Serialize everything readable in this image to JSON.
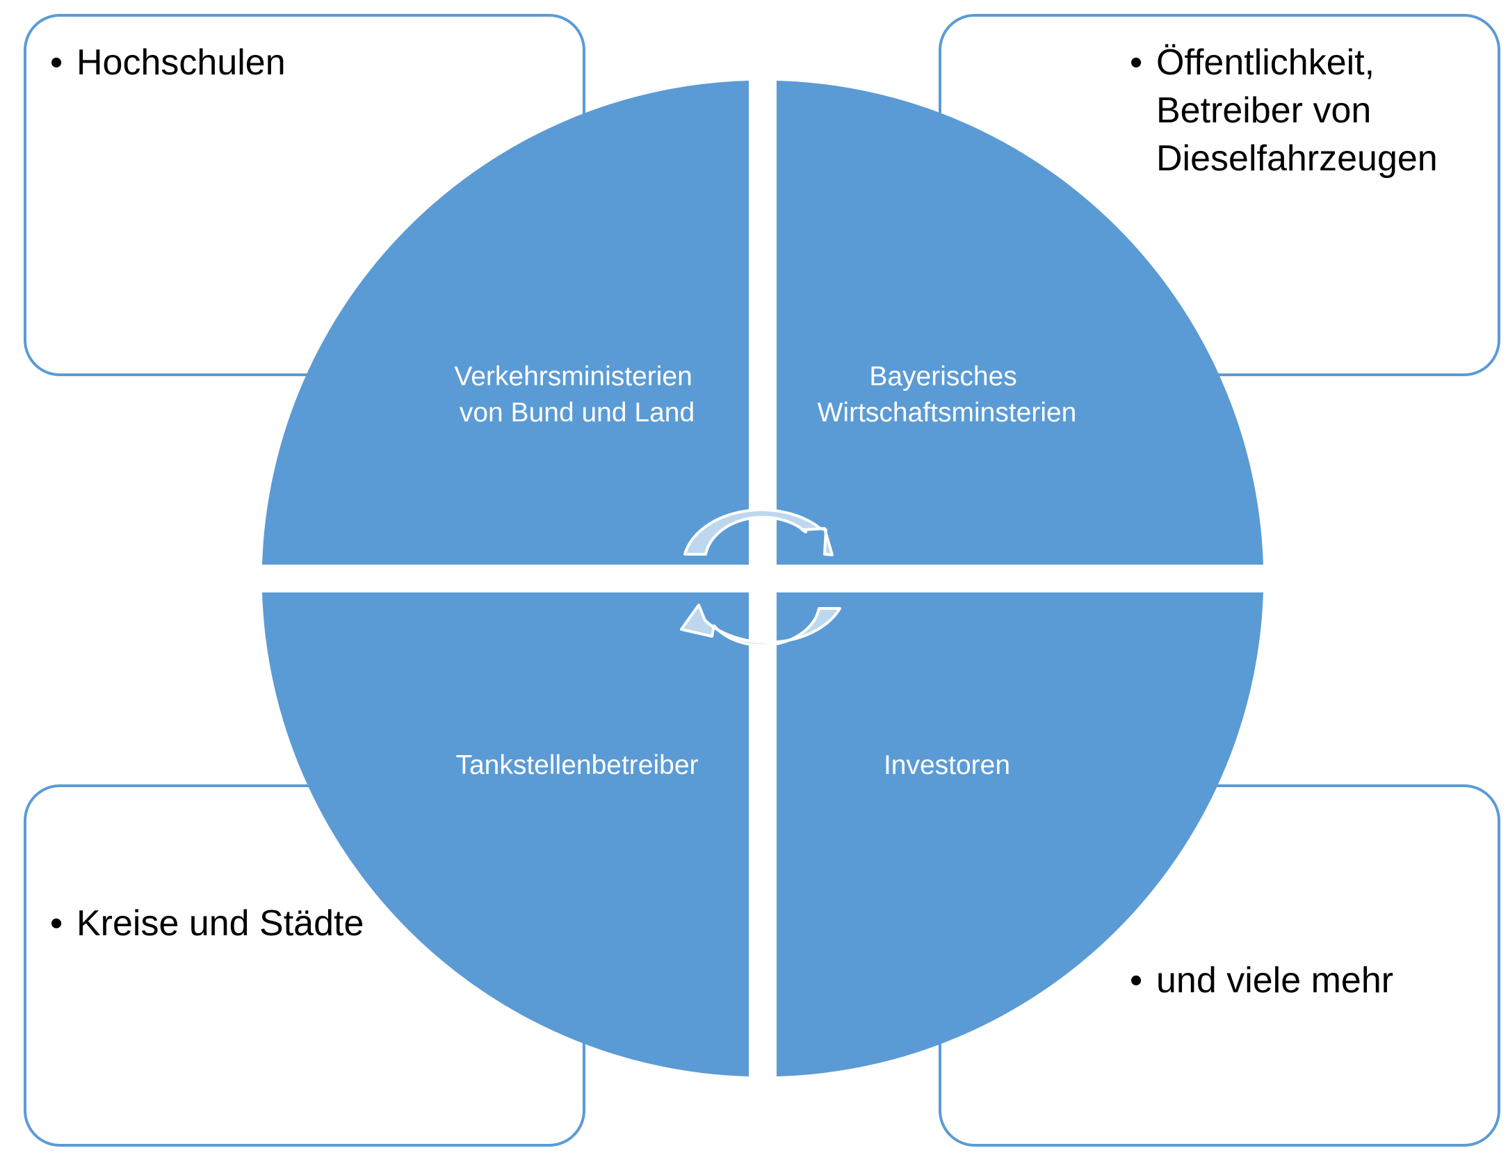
{
  "colors": {
    "quadrant_fill": "#5b9bd5",
    "box_border": "#5b9bd5",
    "box_fill": "#ffffff",
    "arrow_fill": "#bdd7ee",
    "arrow_stroke": "#ffffff"
  },
  "outer_boxes": {
    "top_left": {
      "bullet": "•",
      "lines": [
        "Hochschulen"
      ]
    },
    "top_right": {
      "bullet": "•",
      "lines": [
        "Öffentlichkeit,",
        "Betreiber von",
        "Dieselfahrzeugen"
      ]
    },
    "bottom_left": {
      "bullet": "•",
      "lines": [
        "Kreise und Städte"
      ]
    },
    "bottom_right": {
      "bullet": "•",
      "lines": [
        "und viele mehr"
      ]
    }
  },
  "quadrants": {
    "top_left": {
      "lines": [
        "Verkehrsministerien",
        "von Bund und Land"
      ]
    },
    "top_right": {
      "lines": [
        "Bayerisches",
        "Wirtschaftsminsterien"
      ]
    },
    "bottom_left": {
      "lines": [
        "Tankstellenbetreiber"
      ]
    },
    "bottom_right": {
      "lines": [
        "Investoren"
      ]
    }
  },
  "center_arrows": {
    "icon": "cycle-arrows-icon",
    "count": 2
  }
}
